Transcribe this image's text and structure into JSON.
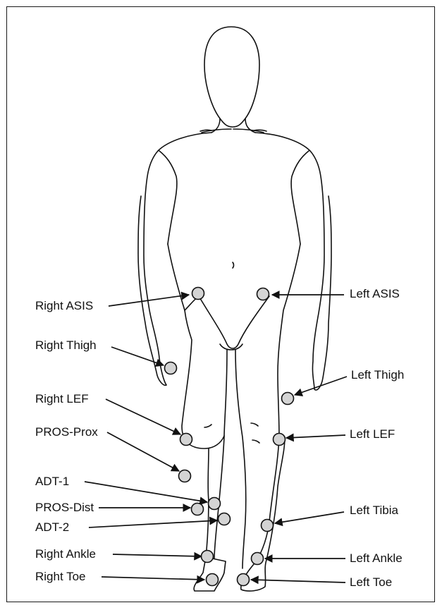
{
  "markers": [
    {
      "id": "right-asis",
      "label": "Right ASIS",
      "side": "right"
    },
    {
      "id": "left-asis",
      "label": "Left ASIS",
      "side": "left"
    },
    {
      "id": "right-thigh",
      "label": "Right Thigh",
      "side": "right"
    },
    {
      "id": "left-thigh",
      "label": "Left Thigh",
      "side": "left"
    },
    {
      "id": "right-lef",
      "label": "Right LEF",
      "side": "right"
    },
    {
      "id": "left-lef",
      "label": "Left LEF",
      "side": "left"
    },
    {
      "id": "pros-prox",
      "label": "PROS-Prox",
      "side": "right"
    },
    {
      "id": "adt-1",
      "label": "ADT-1",
      "side": "right"
    },
    {
      "id": "pros-dist",
      "label": "PROS-Dist",
      "side": "right"
    },
    {
      "id": "adt-2",
      "label": "ADT-2",
      "side": "right"
    },
    {
      "id": "left-tibia",
      "label": "Left Tibia",
      "side": "left"
    },
    {
      "id": "right-ankle",
      "label": "Right Ankle",
      "side": "right"
    },
    {
      "id": "left-ankle",
      "label": "Left Ankle",
      "side": "left"
    },
    {
      "id": "right-toe",
      "label": "Right Toe",
      "side": "right"
    },
    {
      "id": "left-toe",
      "label": "Left Toe",
      "side": "left"
    }
  ],
  "colors": {
    "marker_fill": "#d4d4d4",
    "stroke": "#111111"
  }
}
